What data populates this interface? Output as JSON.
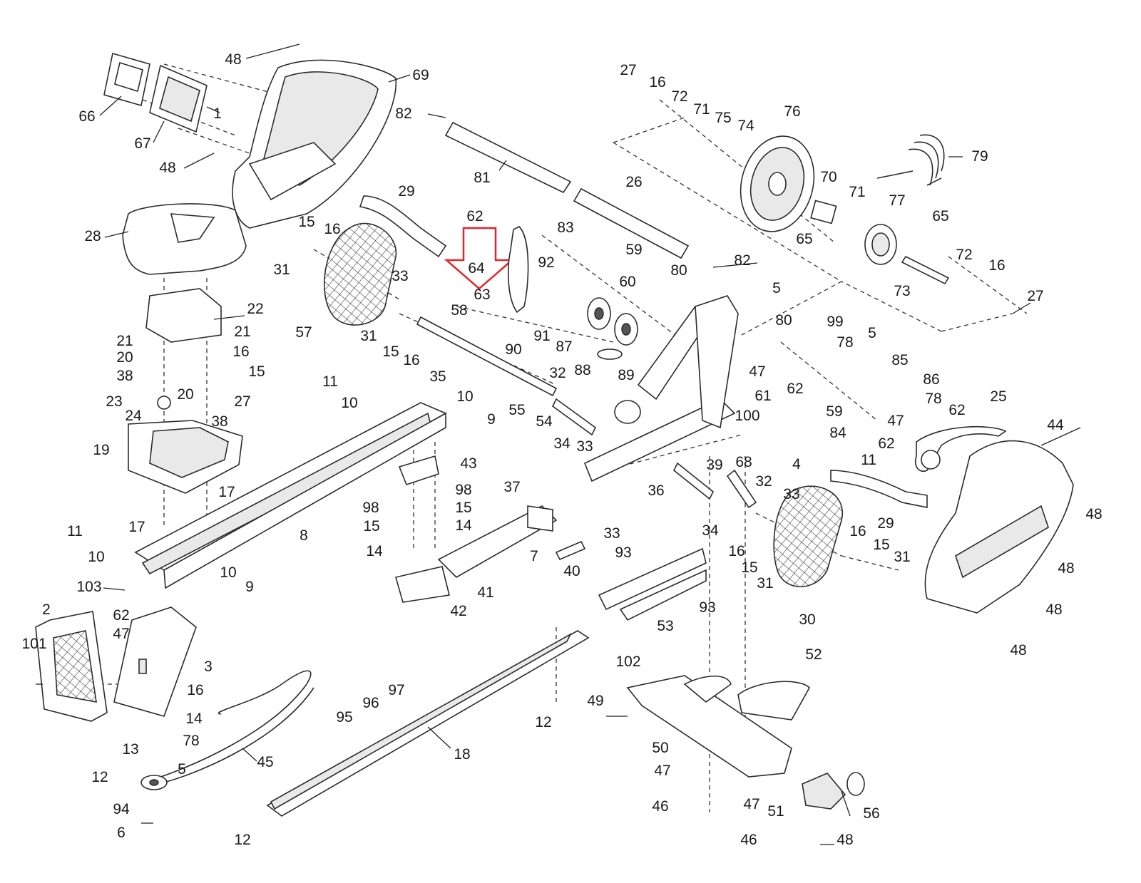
{
  "highlight": {
    "part": "64",
    "color": "#e0262b"
  },
  "colors": {
    "line": "#2b2b2b",
    "background": "#ffffff",
    "shade": "#e9e9e9"
  },
  "parts": [
    {
      "label": "48"
    },
    {
      "label": "69"
    },
    {
      "label": "66"
    },
    {
      "label": "1"
    },
    {
      "label": "67"
    },
    {
      "label": "48"
    },
    {
      "label": "28"
    },
    {
      "label": "22"
    },
    {
      "label": "21"
    },
    {
      "label": "21"
    },
    {
      "label": "20"
    },
    {
      "label": "16"
    },
    {
      "label": "38"
    },
    {
      "label": "15"
    },
    {
      "label": "23"
    },
    {
      "label": "20"
    },
    {
      "label": "27"
    },
    {
      "label": "24"
    },
    {
      "label": "38"
    },
    {
      "label": "19"
    },
    {
      "label": "17"
    },
    {
      "label": "17"
    },
    {
      "label": "11"
    },
    {
      "label": "10"
    },
    {
      "label": "103"
    },
    {
      "label": "10"
    },
    {
      "label": "9"
    },
    {
      "label": "62"
    },
    {
      "label": "47"
    },
    {
      "label": "2"
    },
    {
      "label": "101"
    },
    {
      "label": "3"
    },
    {
      "label": "16"
    },
    {
      "label": "14"
    },
    {
      "label": "78"
    },
    {
      "label": "13"
    },
    {
      "label": "12"
    },
    {
      "label": "5"
    },
    {
      "label": "94"
    },
    {
      "label": "6"
    },
    {
      "label": "45"
    },
    {
      "label": "95"
    },
    {
      "label": "96"
    },
    {
      "label": "97"
    },
    {
      "label": "12"
    },
    {
      "label": "18"
    },
    {
      "label": "12"
    },
    {
      "label": "8"
    },
    {
      "label": "11"
    },
    {
      "label": "10"
    },
    {
      "label": "10"
    },
    {
      "label": "9"
    },
    {
      "label": "43"
    },
    {
      "label": "98"
    },
    {
      "label": "98"
    },
    {
      "label": "15"
    },
    {
      "label": "15"
    },
    {
      "label": "14"
    },
    {
      "label": "14"
    },
    {
      "label": "42"
    },
    {
      "label": "41"
    },
    {
      "label": "82"
    },
    {
      "label": "81"
    },
    {
      "label": "29"
    },
    {
      "label": "15"
    },
    {
      "label": "16"
    },
    {
      "label": "31"
    },
    {
      "label": "57"
    },
    {
      "label": "33"
    },
    {
      "label": "31"
    },
    {
      "label": "15"
    },
    {
      "label": "16"
    },
    {
      "label": "58"
    },
    {
      "label": "35"
    },
    {
      "label": "62"
    },
    {
      "label": "64"
    },
    {
      "label": "63"
    },
    {
      "label": "90"
    },
    {
      "label": "91"
    },
    {
      "label": "92"
    },
    {
      "label": "60"
    },
    {
      "label": "83"
    },
    {
      "label": "26"
    },
    {
      "label": "82"
    },
    {
      "label": "87"
    },
    {
      "label": "88"
    },
    {
      "label": "89"
    },
    {
      "label": "32"
    },
    {
      "label": "34"
    },
    {
      "label": "55"
    },
    {
      "label": "54"
    },
    {
      "label": "33"
    },
    {
      "label": "37"
    },
    {
      "label": "7"
    },
    {
      "label": "40"
    },
    {
      "label": "36"
    },
    {
      "label": "33"
    },
    {
      "label": "93"
    },
    {
      "label": "53"
    },
    {
      "label": "93"
    },
    {
      "label": "102"
    },
    {
      "label": "49"
    },
    {
      "label": "50"
    },
    {
      "label": "52"
    },
    {
      "label": "47"
    },
    {
      "label": "46"
    },
    {
      "label": "47"
    },
    {
      "label": "46"
    },
    {
      "label": "51"
    },
    {
      "label": "56"
    },
    {
      "label": "48"
    },
    {
      "label": "27"
    },
    {
      "label": "16"
    },
    {
      "label": "72"
    },
    {
      "label": "71"
    },
    {
      "label": "75"
    },
    {
      "label": "74"
    },
    {
      "label": "76"
    },
    {
      "label": "79"
    },
    {
      "label": "70"
    },
    {
      "label": "71"
    },
    {
      "label": "77"
    },
    {
      "label": "65"
    },
    {
      "label": "65"
    },
    {
      "label": "72"
    },
    {
      "label": "16"
    },
    {
      "label": "73"
    },
    {
      "label": "27"
    },
    {
      "label": "59"
    },
    {
      "label": "80"
    },
    {
      "label": "5"
    },
    {
      "label": "80"
    },
    {
      "label": "47"
    },
    {
      "label": "62"
    },
    {
      "label": "99"
    },
    {
      "label": "78"
    },
    {
      "label": "5"
    },
    {
      "label": "85"
    },
    {
      "label": "86"
    },
    {
      "label": "78"
    },
    {
      "label": "59"
    },
    {
      "label": "47"
    },
    {
      "label": "62"
    },
    {
      "label": "62"
    },
    {
      "label": "61"
    },
    {
      "label": "100"
    },
    {
      "label": "68"
    },
    {
      "label": "4"
    },
    {
      "label": "84"
    },
    {
      "label": "11"
    },
    {
      "label": "39"
    },
    {
      "label": "32"
    },
    {
      "label": "34"
    },
    {
      "label": "16"
    },
    {
      "label": "15"
    },
    {
      "label": "31"
    },
    {
      "label": "33"
    },
    {
      "label": "30"
    },
    {
      "label": "29"
    },
    {
      "label": "16"
    },
    {
      "label": "15"
    },
    {
      "label": "31"
    },
    {
      "label": "25"
    },
    {
      "label": "44"
    },
    {
      "label": "48"
    },
    {
      "label": "48"
    },
    {
      "label": "48"
    },
    {
      "label": "48"
    }
  ]
}
